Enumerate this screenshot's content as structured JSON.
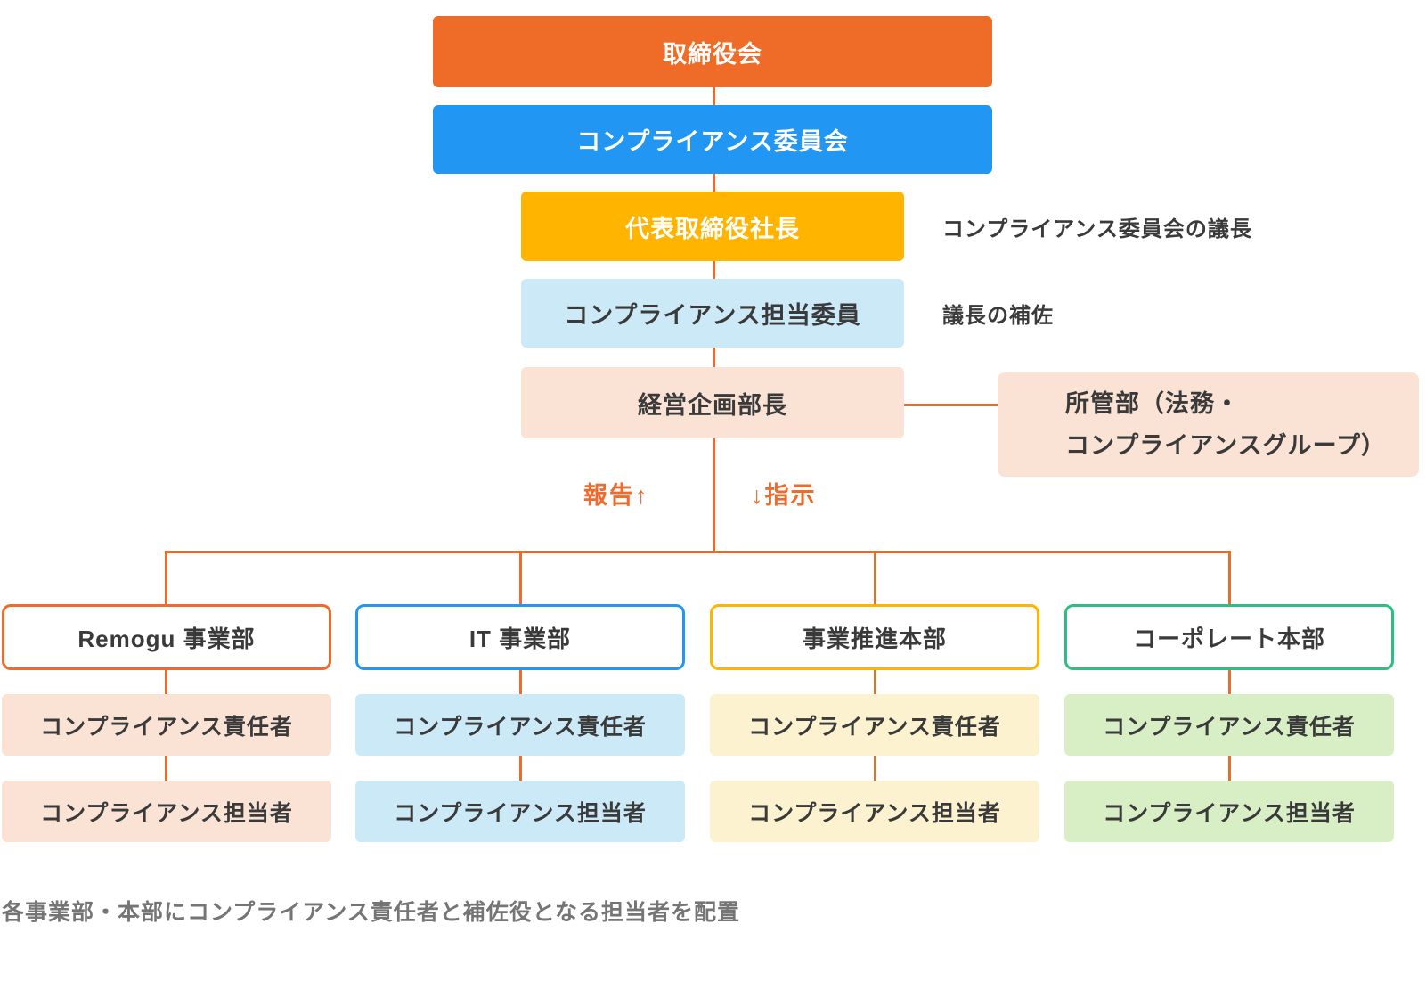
{
  "org": {
    "top_boxes": [
      {
        "label": "取締役会"
      },
      {
        "label": "コンプライアンス委員会"
      },
      {
        "label": "代表取締役社長",
        "note": "コンプライアンス委員会の議長"
      },
      {
        "label": "コンプライアンス担当委員",
        "note": "議長の補佐"
      },
      {
        "label": "経営企画部長"
      }
    ],
    "side_box": {
      "line1": "所管部（法務・",
      "line2": "コンプライアンスグループ）"
    },
    "flow_labels": {
      "report": "報告↑",
      "instruct": "↓指示"
    },
    "branches": [
      {
        "name": "Remogu 事業部",
        "officer": "コンプライアンス責任者",
        "staff": "コンプライアンス担当者"
      },
      {
        "name": "IT 事業部",
        "officer": "コンプライアンス責任者",
        "staff": "コンプライアンス担当者"
      },
      {
        "name": "事業推進本部",
        "officer": "コンプライアンス責任者",
        "staff": "コンプライアンス担当者"
      },
      {
        "name": "コーポレート本部",
        "officer": "コンプライアンス責任者",
        "staff": "コンプライアンス担当者"
      }
    ],
    "caption": "各事業部・本部にコンプライアンス責任者と補佐役となる担当者を配置"
  },
  "colors": {
    "connector_orange": "#ed6c2b",
    "board_orange": "#ee6c28",
    "committee_blue": "#2196f3",
    "president_amber": "#ffb400",
    "officer_lightblue": "#cbe9f6",
    "planning_peach": "#fae3d5",
    "promo_cream": "#fcf2cf",
    "corporate_lightgreen": "#d8efc6",
    "corporate_border_green": "#2dbe82",
    "dark_text": "#3a3a3a",
    "caption_gray": "#757575"
  }
}
